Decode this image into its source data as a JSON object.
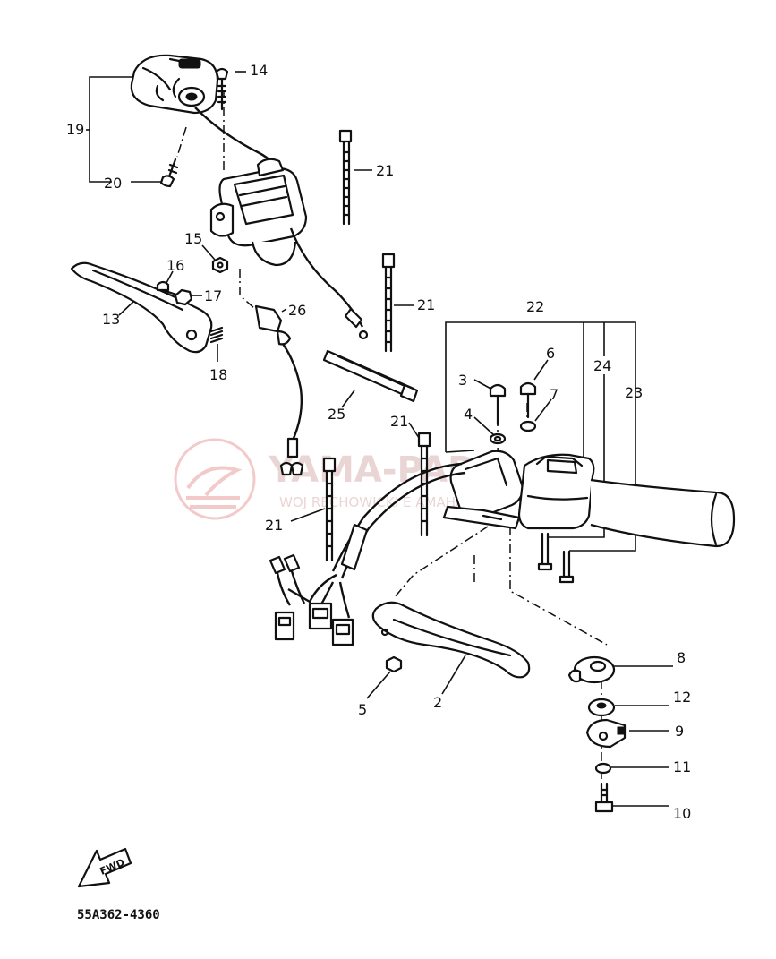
{
  "diagram_code": "55A362-4360",
  "fwd_label": "FWD",
  "watermark": {
    "title": "YAMA-PAR",
    "subtitle": "WOJ   RECHOWICKI   E   AMAHA",
    "color": "#e58a8a"
  },
  "callouts": [
    {
      "id": "c19",
      "label": "19"
    },
    {
      "id": "c14",
      "label": "14"
    },
    {
      "id": "c20",
      "label": "20"
    },
    {
      "id": "c21a",
      "label": "21"
    },
    {
      "id": "c15",
      "label": "15"
    },
    {
      "id": "c16",
      "label": "16"
    },
    {
      "id": "c17",
      "label": "17"
    },
    {
      "id": "c13",
      "label": "13"
    },
    {
      "id": "c26",
      "label": "26"
    },
    {
      "id": "c21b",
      "label": "21"
    },
    {
      "id": "c18",
      "label": "18"
    },
    {
      "id": "c22",
      "label": "22"
    },
    {
      "id": "c6",
      "label": "6"
    },
    {
      "id": "c3",
      "label": "3"
    },
    {
      "id": "c24",
      "label": "24"
    },
    {
      "id": "c23",
      "label": "23"
    },
    {
      "id": "c7",
      "label": "7"
    },
    {
      "id": "c25",
      "label": "25"
    },
    {
      "id": "c4",
      "label": "4"
    },
    {
      "id": "c21c",
      "label": "21"
    },
    {
      "id": "c21d",
      "label": "21"
    },
    {
      "id": "c8",
      "label": "8"
    },
    {
      "id": "c5",
      "label": "5"
    },
    {
      "id": "c2",
      "label": "2"
    },
    {
      "id": "c12",
      "label": "12"
    },
    {
      "id": "c9",
      "label": "9"
    },
    {
      "id": "c11",
      "label": "11"
    },
    {
      "id": "c10",
      "label": "10"
    }
  ]
}
